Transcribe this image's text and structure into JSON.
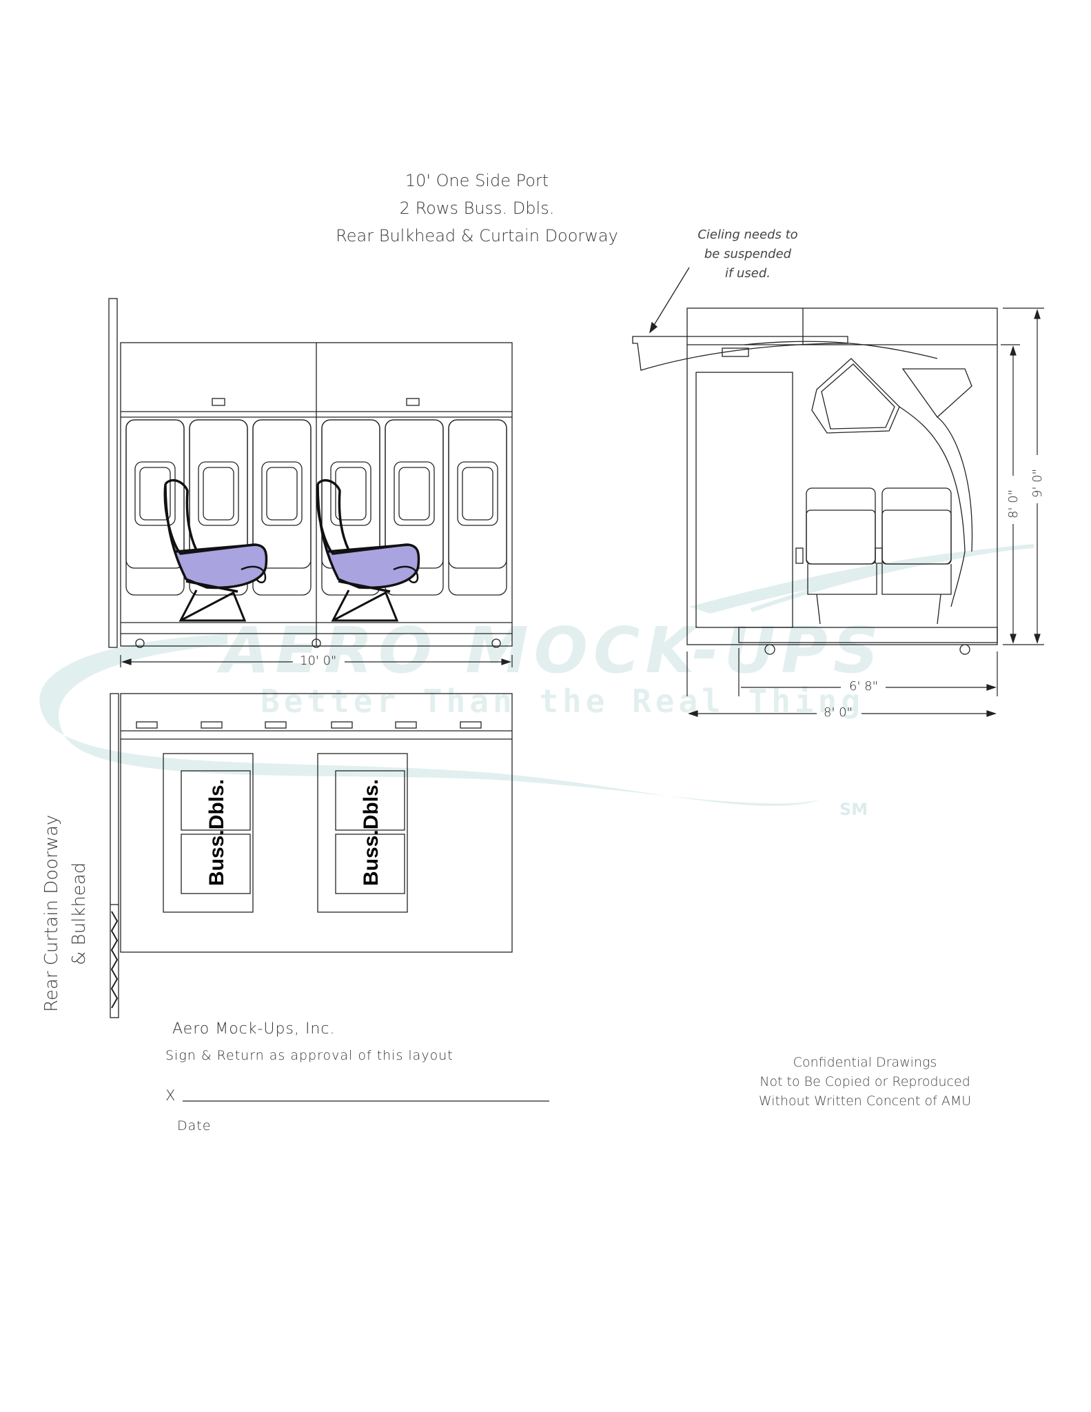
{
  "title": {
    "line1": "10' One Side Port",
    "line2": "2 Rows Buss. Dbls.",
    "line3": "Rear Bulkhead & Curtain Doorway"
  },
  "ceiling_note": {
    "line1": "Cieling needs to",
    "line2": "be suspended",
    "line3": "if used."
  },
  "dimensions": {
    "length": "10' 0\"",
    "depth_inner": "6' 8\"",
    "depth_outer": "8' 0\"",
    "height_inner": "8' 0\"",
    "height_outer": "9' 0\""
  },
  "seat_labels": [
    "Buss.Dbls.",
    "Buss.Dbls."
  ],
  "side_label": {
    "line1": "Rear Curtain Doorway",
    "line2": "& Bulkhead"
  },
  "watermark": {
    "brand": "AERO MOCK-UPS",
    "tagline": "Better Than the Real Thing",
    "mark": "SM"
  },
  "signature": {
    "company": "Aero Mock-Ups, Inc.",
    "instruction": "Sign & Return as approval of this layout",
    "x_mark": "X",
    "date_label": "Date"
  },
  "confidential": {
    "line1": "Confidential Drawings",
    "line2": "Not to Be Copied or Reproduced",
    "line3": "Without Written Concent of AMU"
  },
  "colors": {
    "seat_fill": "#a9a3e0",
    "watermark": "#dcecec",
    "line": "#222222"
  }
}
